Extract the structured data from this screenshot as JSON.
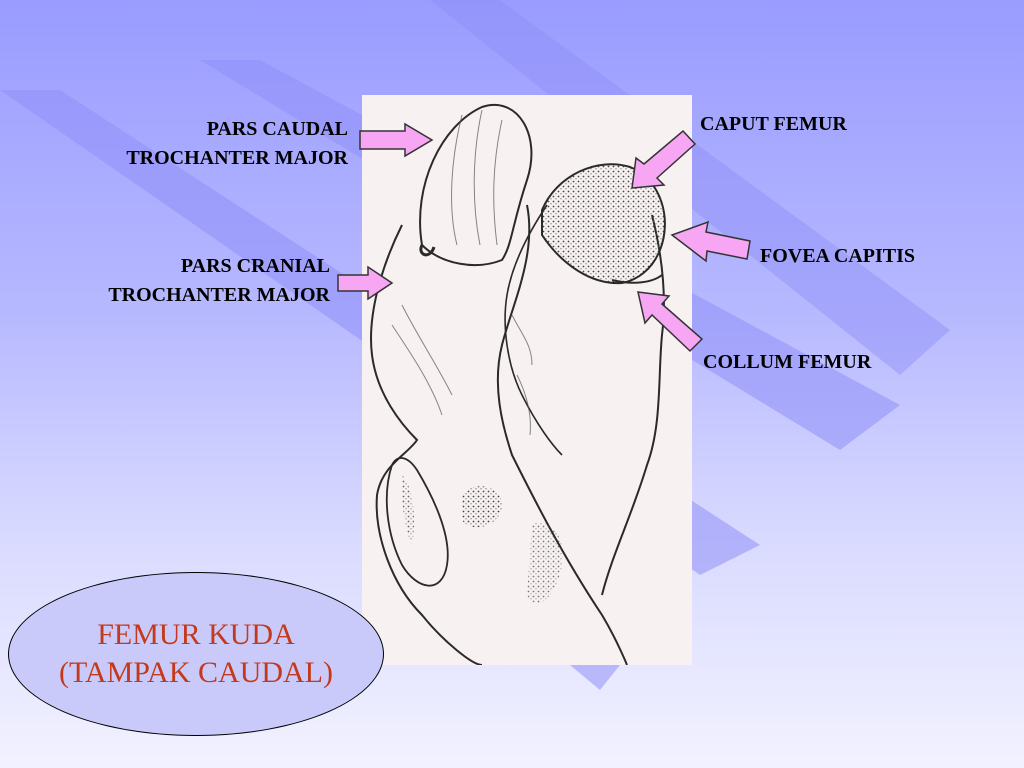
{
  "labels": {
    "pars_caudal_line1": "PARS CAUDAL",
    "pars_caudal_line2": "TROCHANTER MAJOR",
    "pars_cranial_line1": "PARS CRANIAL",
    "pars_cranial_line2": "TROCHANTER MAJOR",
    "caput_femur": "CAPUT FEMUR",
    "fovea_capitis": "FOVEA CAPITIS",
    "collum_femur": "COLLUM FEMUR"
  },
  "title": {
    "line1": "FEMUR KUDA",
    "line2": "(TAMPAK CAUDAL)"
  },
  "colors": {
    "arrow_fill": "#f6a6f2",
    "title_text": "#c4391c",
    "ellipse_fill": "#c9cafa",
    "stripe": "#8f8ff7"
  }
}
